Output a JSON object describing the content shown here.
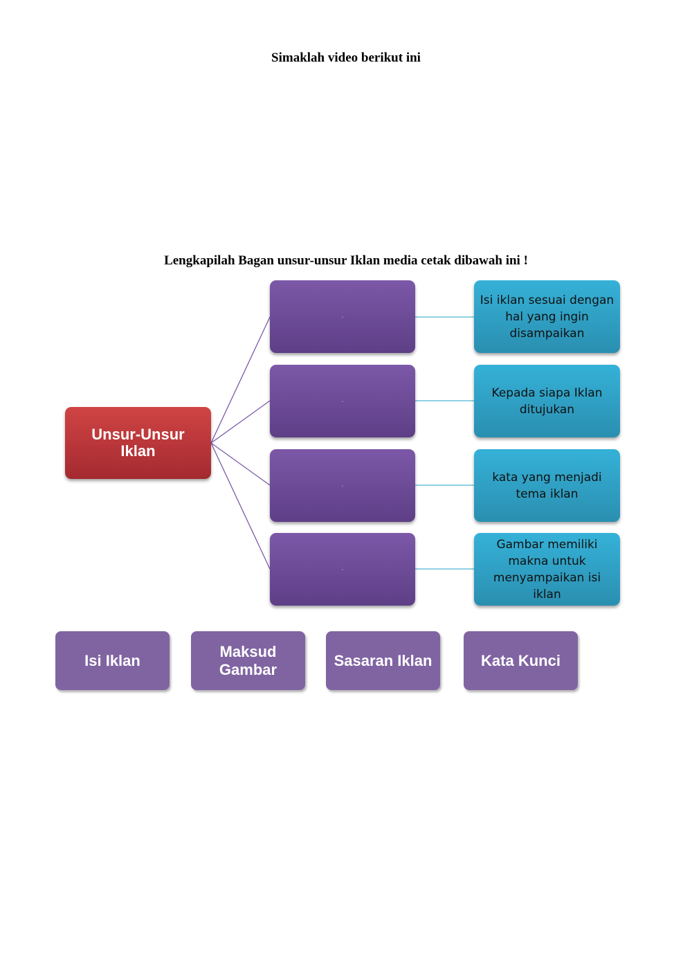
{
  "instructions": {
    "video_prompt": "Simaklah video berikut ini",
    "diagram_prompt": "Lengkapilah Bagan unsur-unsur Iklan media cetak dibawah ini !"
  },
  "diagram": {
    "root_label": "Unsur-Unsur Iklan",
    "rows": [
      {
        "description": "Isi iklan sesuai dengan hal yang ingin disampaikan"
      },
      {
        "description": "Kepada siapa Iklan ditujukan"
      },
      {
        "description": "kata yang menjadi tema iklan"
      },
      {
        "description": "Gambar  memiliki makna untuk menyampaikan isi iklan"
      }
    ],
    "colors": {
      "root": "#c0392b",
      "slot": "#6b4a94",
      "description": "#31a3c8",
      "connector": "#7a5aa8"
    }
  },
  "answer_choices": [
    {
      "label": "Isi Iklan"
    },
    {
      "label": "Maksud Gambar"
    },
    {
      "label": "Sasaran Iklan"
    },
    {
      "label": "Kata Kunci"
    }
  ],
  "chip_color": "#8064a2"
}
